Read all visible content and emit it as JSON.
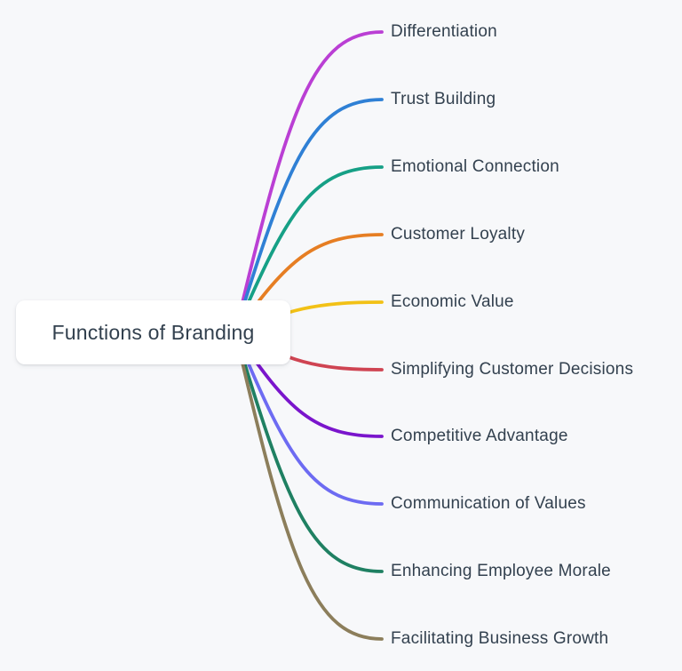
{
  "page": {
    "background_color": "#f7f8fa",
    "text_color": "#33414f"
  },
  "mindmap": {
    "root": "Functions of Branding",
    "branches": [
      {
        "label": "Differentiation",
        "color": "#ba3fd4"
      },
      {
        "label": "Trust Building",
        "color": "#2f80d5"
      },
      {
        "label": "Emotional Connection",
        "color": "#16a086"
      },
      {
        "label": "Customer Loyalty",
        "color": "#e67e23"
      },
      {
        "label": "Economic Value",
        "color": "#f2c116"
      },
      {
        "label": "Simplifying Customer Decisions",
        "color": "#cf4452"
      },
      {
        "label": "Competitive Advantage",
        "color": "#7a15cc"
      },
      {
        "label": "Communication of Values",
        "color": "#6d6bf2"
      },
      {
        "label": "Enhancing Employee Morale",
        "color": "#1f8062"
      },
      {
        "label": "Facilitating Business Growth",
        "color": "#8c7e5b"
      }
    ]
  }
}
